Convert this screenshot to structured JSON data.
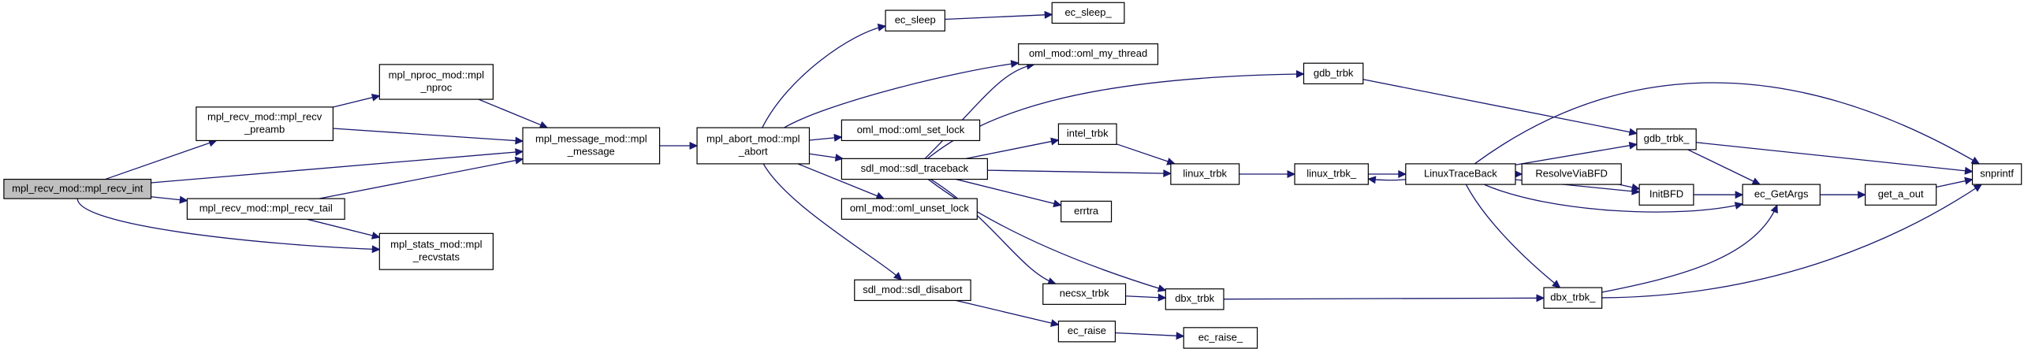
{
  "graph": {
    "root": "n_recv_int",
    "nodes": [
      {
        "id": "n_recv_int",
        "lines": [
          "mpl_recv_mod::mpl_recv_int"
        ],
        "root": true
      },
      {
        "id": "n_recv_preamb",
        "lines": [
          "mpl_recv_mod::mpl_recv",
          "_preamb"
        ]
      },
      {
        "id": "n_recv_tail",
        "lines": [
          "mpl_recv_mod::mpl_recv_tail"
        ]
      },
      {
        "id": "n_nproc",
        "lines": [
          "mpl_nproc_mod::mpl",
          "_nproc"
        ]
      },
      {
        "id": "n_message",
        "lines": [
          "mpl_message_mod::mpl",
          "_message"
        ]
      },
      {
        "id": "n_recvstats",
        "lines": [
          "mpl_stats_mod::mpl",
          "_recvstats"
        ]
      },
      {
        "id": "n_abort",
        "lines": [
          "mpl_abort_mod::mpl",
          "_abort"
        ]
      },
      {
        "id": "n_ec_sleep",
        "lines": [
          "ec_sleep"
        ]
      },
      {
        "id": "n_ec_sleep_",
        "lines": [
          "ec_sleep_"
        ]
      },
      {
        "id": "n_oml_my_thread",
        "lines": [
          "oml_mod::oml_my_thread"
        ]
      },
      {
        "id": "n_oml_set_lock",
        "lines": [
          "oml_mod::oml_set_lock"
        ]
      },
      {
        "id": "n_sdl_traceback",
        "lines": [
          "sdl_mod::sdl_traceback"
        ]
      },
      {
        "id": "n_oml_unset_lock",
        "lines": [
          "oml_mod::oml_unset_lock"
        ]
      },
      {
        "id": "n_sdl_disabort",
        "lines": [
          "sdl_mod::sdl_disabort"
        ]
      },
      {
        "id": "n_gdb_trbk",
        "lines": [
          "gdb_trbk"
        ]
      },
      {
        "id": "n_intel_trbk",
        "lines": [
          "intel_trbk"
        ]
      },
      {
        "id": "n_linux_trbk",
        "lines": [
          "linux_trbk"
        ]
      },
      {
        "id": "n_errtra",
        "lines": [
          "errtra"
        ]
      },
      {
        "id": "n_necsx_trbk",
        "lines": [
          "necsx_trbk"
        ]
      },
      {
        "id": "n_dbx_trbk",
        "lines": [
          "dbx_trbk"
        ]
      },
      {
        "id": "n_ec_raise",
        "lines": [
          "ec_raise"
        ]
      },
      {
        "id": "n_ec_raise_",
        "lines": [
          "ec_raise_"
        ]
      },
      {
        "id": "n_linux_trbk_",
        "lines": [
          "linux_trbk_"
        ]
      },
      {
        "id": "n_LinuxTraceBack",
        "lines": [
          "LinuxTraceBack"
        ]
      },
      {
        "id": "n_gdb_trbk_",
        "lines": [
          "gdb_trbk_"
        ]
      },
      {
        "id": "n_ResolveViaBFD",
        "lines": [
          "ResolveViaBFD"
        ]
      },
      {
        "id": "n_InitBFD",
        "lines": [
          "InitBFD"
        ]
      },
      {
        "id": "n_dbx_trbk_",
        "lines": [
          "dbx_trbk_"
        ]
      },
      {
        "id": "n_ec_GetArgs",
        "lines": [
          "ec_GetArgs"
        ]
      },
      {
        "id": "n_get_a_out",
        "lines": [
          "get_a_out"
        ]
      },
      {
        "id": "n_snprintf",
        "lines": [
          "snprintf"
        ]
      }
    ],
    "edges": [
      [
        "n_recv_int",
        "n_recv_preamb"
      ],
      [
        "n_recv_int",
        "n_message"
      ],
      [
        "n_recv_int",
        "n_recv_tail"
      ],
      [
        "n_recv_int",
        "n_recvstats"
      ],
      [
        "n_recv_preamb",
        "n_nproc"
      ],
      [
        "n_recv_preamb",
        "n_message"
      ],
      [
        "n_nproc",
        "n_message"
      ],
      [
        "n_recv_tail",
        "n_message"
      ],
      [
        "n_recv_tail",
        "n_recvstats"
      ],
      [
        "n_message",
        "n_abort"
      ],
      [
        "n_abort",
        "n_ec_sleep"
      ],
      [
        "n_abort",
        "n_oml_my_thread"
      ],
      [
        "n_abort",
        "n_oml_set_lock"
      ],
      [
        "n_abort",
        "n_sdl_traceback"
      ],
      [
        "n_abort",
        "n_oml_unset_lock"
      ],
      [
        "n_abort",
        "n_sdl_disabort"
      ],
      [
        "n_ec_sleep",
        "n_ec_sleep_"
      ],
      [
        "n_sdl_traceback",
        "n_oml_my_thread"
      ],
      [
        "n_sdl_traceback",
        "n_gdb_trbk"
      ],
      [
        "n_sdl_traceback",
        "n_intel_trbk"
      ],
      [
        "n_sdl_traceback",
        "n_linux_trbk"
      ],
      [
        "n_sdl_traceback",
        "n_errtra"
      ],
      [
        "n_sdl_traceback",
        "n_necsx_trbk"
      ],
      [
        "n_sdl_traceback",
        "n_dbx_trbk"
      ],
      [
        "n_sdl_disabort",
        "n_ec_raise"
      ],
      [
        "n_ec_raise",
        "n_ec_raise_"
      ],
      [
        "n_gdb_trbk",
        "n_gdb_trbk_"
      ],
      [
        "n_intel_trbk",
        "n_linux_trbk"
      ],
      [
        "n_linux_trbk",
        "n_linux_trbk_"
      ],
      [
        "n_necsx_trbk",
        "n_dbx_trbk"
      ],
      [
        "n_dbx_trbk",
        "n_dbx_trbk_"
      ],
      [
        "n_linux_trbk_",
        "n_LinuxTraceBack"
      ],
      [
        "n_LinuxTraceBack",
        "n_linux_trbk_"
      ],
      [
        "n_LinuxTraceBack",
        "n_gdb_trbk_"
      ],
      [
        "n_LinuxTraceBack",
        "n_ResolveViaBFD"
      ],
      [
        "n_LinuxTraceBack",
        "n_InitBFD"
      ],
      [
        "n_LinuxTraceBack",
        "n_ec_GetArgs"
      ],
      [
        "n_LinuxTraceBack",
        "n_dbx_trbk_"
      ],
      [
        "n_LinuxTraceBack",
        "n_snprintf"
      ],
      [
        "n_gdb_trbk_",
        "n_ec_GetArgs"
      ],
      [
        "n_gdb_trbk_",
        "n_snprintf"
      ],
      [
        "n_ResolveViaBFD",
        "n_InitBFD"
      ],
      [
        "n_InitBFD",
        "n_ec_GetArgs"
      ],
      [
        "n_dbx_trbk_",
        "n_ec_GetArgs"
      ],
      [
        "n_dbx_trbk_",
        "n_snprintf"
      ],
      [
        "n_ec_GetArgs",
        "n_get_a_out"
      ],
      [
        "n_get_a_out",
        "n_snprintf"
      ]
    ]
  },
  "colors": {
    "edge": "#191970",
    "node_border": "#000000",
    "node_fill": "#ffffff",
    "root_fill": "#bfbfbf"
  }
}
